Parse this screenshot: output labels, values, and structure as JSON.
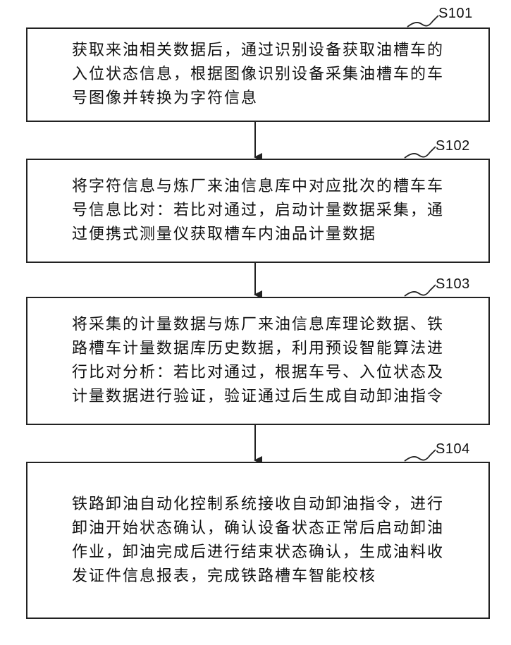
{
  "steps": [
    {
      "id": "S101",
      "text": "获取来油相关数据后，通过识别设备获取油槽车的\n入位状态信息，根据图像识别设备采集油槽车的车\n号图像并转换为字符信息"
    },
    {
      "id": "S102",
      "text": "将字符信息与炼厂来油信息库中对应批次的槽车车\n号信息比对：若比对通过，启动计量数据采集，通\n过便携式测量仪获取槽车内油品计量数据"
    },
    {
      "id": "S103",
      "text": "将采集的计量数据与炼厂来油信息库理论数据、铁\n路槽车计量数据库历史数据，利用预设智能算法进\n行比对分析：若比对通过，根据车号、入位状态及\n计量数据进行验证，验证通过后生成自动卸油指令"
    },
    {
      "id": "S104",
      "text": "铁路卸油自动化控制系统接收自动卸油指令，进行\n卸油开始状态确认，确认设备状态正常后启动卸油\n作业，卸油完成后进行结束状态确认，生成油料收\n发证件信息报表，完成铁路槽车智能校核"
    }
  ]
}
